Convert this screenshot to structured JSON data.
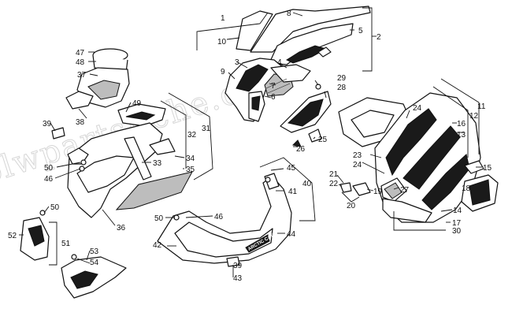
{
  "watermark": "blwpartsfiche.com",
  "labels": [
    {
      "id": "c1",
      "text": "1"
    },
    {
      "id": "c2",
      "text": "2"
    },
    {
      "id": "c3",
      "text": "3"
    },
    {
      "id": "c4",
      "text": "4"
    },
    {
      "id": "c5",
      "text": "5"
    },
    {
      "id": "c6",
      "text": "6"
    },
    {
      "id": "c7",
      "text": "7"
    },
    {
      "id": "c8",
      "text": "8"
    },
    {
      "id": "c9",
      "text": "9"
    },
    {
      "id": "c10",
      "text": "10"
    },
    {
      "id": "c11",
      "text": "11"
    },
    {
      "id": "c12",
      "text": "12"
    },
    {
      "id": "c13",
      "text": "13"
    },
    {
      "id": "c14",
      "text": "14"
    },
    {
      "id": "c15",
      "text": "15"
    },
    {
      "id": "c16",
      "text": "16"
    },
    {
      "id": "c17",
      "text": "17"
    },
    {
      "id": "c18",
      "text": "18"
    },
    {
      "id": "c19",
      "text": "19"
    },
    {
      "id": "c20",
      "text": "20"
    },
    {
      "id": "c21",
      "text": "21"
    },
    {
      "id": "c22",
      "text": "22"
    },
    {
      "id": "c23",
      "text": "23"
    },
    {
      "id": "c24a",
      "text": "24"
    },
    {
      "id": "c24b",
      "text": "24"
    },
    {
      "id": "c25",
      "text": "25"
    },
    {
      "id": "c26",
      "text": "26"
    },
    {
      "id": "c27",
      "text": "27"
    },
    {
      "id": "c28",
      "text": "28"
    },
    {
      "id": "c29",
      "text": "29"
    },
    {
      "id": "c30",
      "text": "30"
    },
    {
      "id": "c31",
      "text": "31"
    },
    {
      "id": "c32",
      "text": "32"
    },
    {
      "id": "c33",
      "text": "33"
    },
    {
      "id": "c34",
      "text": "34"
    },
    {
      "id": "c35",
      "text": "35"
    },
    {
      "id": "c36",
      "text": "36"
    },
    {
      "id": "c37",
      "text": "37"
    },
    {
      "id": "c38",
      "text": "38"
    },
    {
      "id": "c39a",
      "text": "39"
    },
    {
      "id": "c39b",
      "text": "39"
    },
    {
      "id": "c40",
      "text": "40"
    },
    {
      "id": "c41",
      "text": "41"
    },
    {
      "id": "c42",
      "text": "42"
    },
    {
      "id": "c43",
      "text": "43"
    },
    {
      "id": "c44",
      "text": "44"
    },
    {
      "id": "c45",
      "text": "45"
    },
    {
      "id": "c46a",
      "text": "46"
    },
    {
      "id": "c46b",
      "text": "46"
    },
    {
      "id": "c47",
      "text": "47"
    },
    {
      "id": "c48",
      "text": "48"
    },
    {
      "id": "c49",
      "text": "49"
    },
    {
      "id": "c50a",
      "text": "50"
    },
    {
      "id": "c50b",
      "text": "50"
    },
    {
      "id": "c50c",
      "text": "50"
    },
    {
      "id": "c51",
      "text": "51"
    },
    {
      "id": "c52",
      "text": "52"
    },
    {
      "id": "c53",
      "text": "53"
    },
    {
      "id": "c54",
      "text": "54"
    }
  ],
  "decal_text": "ARCTIC CAT"
}
